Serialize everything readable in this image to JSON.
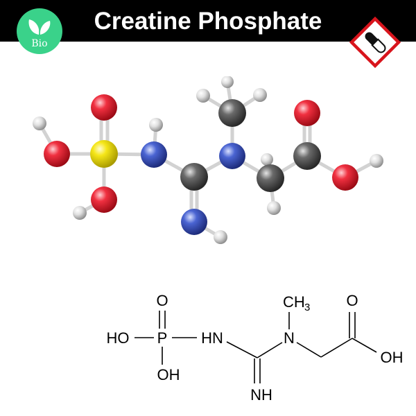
{
  "header": {
    "title": "Creatine Phosphate",
    "bio_logo_text": "Bio",
    "bar_color": "#000000",
    "bio_color": "#3ad28a"
  },
  "hazard_badge": {
    "icon": "capsule-icon",
    "border_color": "#d8141c"
  },
  "molecule_3d": {
    "atom_colors": {
      "oxygen": "#e8202c",
      "phosphorus": "#f2e20a",
      "nitrogen": "#3c55c4",
      "carbon": "#5a5a5a",
      "hydrogen": "#e6e6e6"
    }
  },
  "structural_formula": {
    "labels": {
      "o_phosphate": "O",
      "ho_left": "HO",
      "p": "P",
      "hn": "HN",
      "oh_bottom": "OH",
      "n_methyl": "N",
      "ch": "CH",
      "ch_sub": "3",
      "nh": "NH",
      "o_carboxyl": "O",
      "oh_right": "OH"
    }
  }
}
